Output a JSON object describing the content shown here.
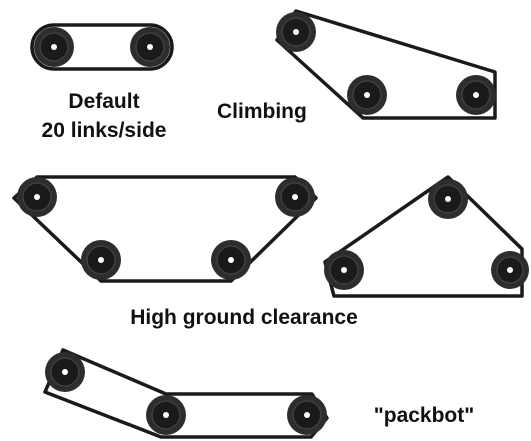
{
  "captions": {
    "default_line1": "Default",
    "default_line2": "20 links/side",
    "climbing": "Climbing",
    "high_ground": "High ground clearance",
    "packbot": "\"packbot\""
  }
}
